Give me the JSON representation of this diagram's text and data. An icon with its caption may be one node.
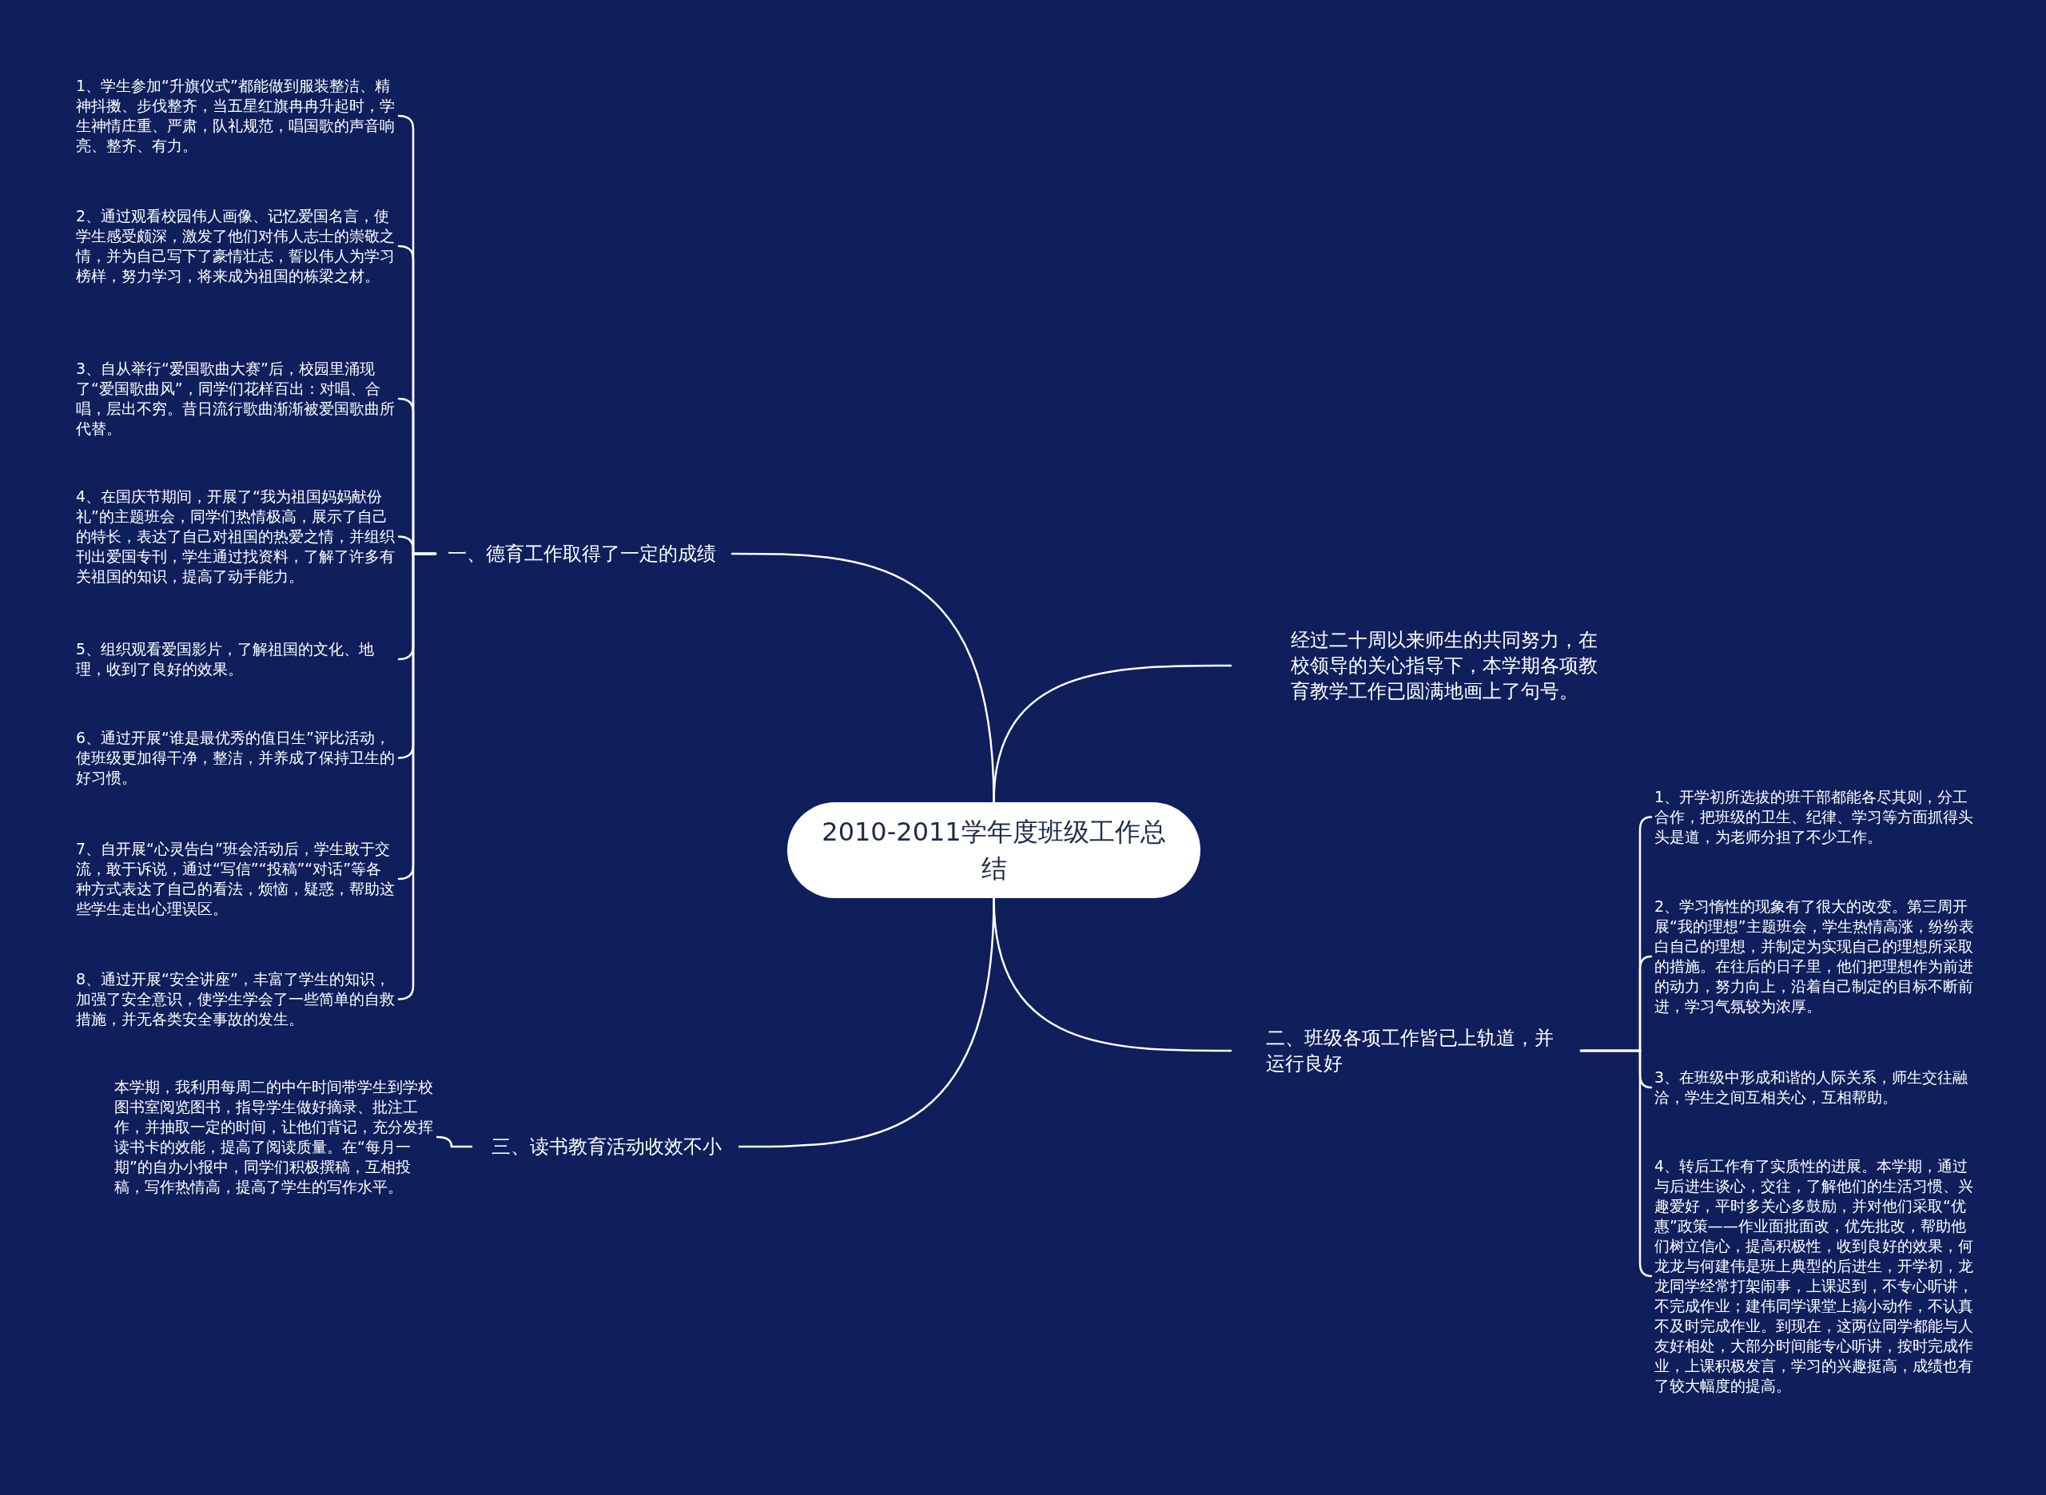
{
  "diagram": {
    "nodes": [
      {
        "text": [
          "2010-2011学年度班级工作总结"
        ]
      },
      {
        "text": [
          "一、德育工作取得了一定的成绩"
        ]
      },
      {
        "text": [
          "1、学生参加“升旗仪式”都能做到服装整洁、精神抖擞、步伐整齐，当五星红旗冉冉升起时，学生神情庄重、严肃，队礼规范，唱国歌的声音响亮、整齐、有力。"
        ]
      },
      {
        "text": [
          "2、通过观看校园伟人画像、记忆爱国名言，使学生感受颇深，激发了他们对伟人志士的崇敬之情，并为自己写下了豪情壮志，誓以伟人为学习榜样，努力学习，将来成为祖国的栋梁之材。"
        ]
      },
      {
        "text": [
          "3、自从举行“爱国歌曲大赛”后，校园里涌现了“爱国歌曲风”，同学们花样百出：对唱、合唱，层出不穷。昔日流行歌曲渐渐被爱国歌曲所代替。"
        ]
      },
      {
        "text": [
          "4、在国庆节期间，开展了“我为祖国妈妈献份礼”的主题班会，同学们热情极高，展示了自己的特长，表达了自己对祖国的热爱之情，并组织刊出爱国专刊，学生通过找资料，了解了许多有关祖国的知识，提高了动手能力。"
        ]
      },
      {
        "text": [
          "5、组织观看爱国影片，了解祖国的文化、地理，收到了良好的效果。"
        ]
      },
      {
        "text": [
          "6、通过开展“谁是最优秀的值日生”评比活动，使班级更加得干净，整洁，并养成了保持卫生的好习惯。"
        ]
      },
      {
        "text": [
          "7、自开展“心灵告白”班会活动后，学生敢于交流，敢于诉说，通过“写信”“投稿”“对话”等各种方式表达了自己的看法，烦恼，疑惑，帮助这些学生走出心理误区。"
        ]
      },
      {
        "text": [
          "8、通过开展“安全讲座”，丰富了学生的知识，加强了安全意识，使学生学会了一些简单的自救措施，并无各类安全事故的发生。"
        ]
      },
      {
        "text": [
          "经过二十周以来师生的共同努力，在校领导的关心指导下，本学期各项教育教学工作已圆满地画上了句号。"
        ]
      },
      {
        "text": [
          "二、班级各项工作皆已上轨道，并运行良好"
        ]
      },
      {
        "text": [
          "1、开学初所选拔的班干部都能各尽其则，分工合作，把班级的卫生、纪律、学习等方面抓得头头是道，为老师分担了不少工作。"
        ]
      },
      {
        "text": [
          "2、学习惰性的现象有了很大的改变。第三周开展“我的理想”主题班会，学生热情高涨，纷纷表白自己的理想，并制定为实现自己的理想所采取的措施。在往后的日子里，他们把理想作为前进的动力，努力向上，沿着自己制定的目标不断前进，学习气氛较为浓厚。"
        ]
      },
      {
        "text": [
          "3、在班级中形成和谐的人际关系，师生交往融洽，学生之间互相关心，互相帮助。"
        ]
      },
      {
        "text": [
          "4、转后工作有了实质性的进展。本学期，通过与后进生谈心，交往，了解他们的生活习惯、兴趣爱好，平时多关心多鼓励，并对他们采取“优惠”政策——作业面批面改，优先批改，帮助他们树立信心，提高积极性，收到良好的效果，何龙龙与何建伟是班上典型的后进生，开学初，龙龙同学经常打架闹事，上课迟到，不专心听讲，不完成作业；建伟同学课堂上搞小动作，不认真不及时完成作业。到现在，这两位同学都能与人友好相处，大部分时间能专心听讲，按时完成作业，上课积极发言，学习的兴趣挺高，成绩也有了较大幅度的提高。"
        ]
      },
      {
        "text": [
          "三、读书教育活动收效不小"
        ]
      },
      {
        "text": [
          "本学期，我利用每周二的中午时间带学生到学校图书室阅览图书，指导学生做好摘录、批注工作，并抽取一定的时间，让他们背记，充分发挥读书卡的效能，提高了阅读质量。在“每月一期”的自办小报中，同学们积极撰稿，互相投稿，写作热情高，提高了学生的写作水平。"
        ]
      }
    ],
    "edges": [
      {
        "from": 0,
        "to": 1,
        "arrow": "none"
      },
      {
        "from": 1,
        "to": 2,
        "arrow": "none"
      },
      {
        "from": 1,
        "to": 3,
        "arrow": "none"
      },
      {
        "from": 1,
        "to": 4,
        "arrow": "none"
      },
      {
        "from": 1,
        "to": 5,
        "arrow": "none"
      },
      {
        "from": 1,
        "to": 6,
        "arrow": "none"
      },
      {
        "from": 1,
        "to": 7,
        "arrow": "none"
      },
      {
        "from": 1,
        "to": 8,
        "arrow": "none"
      },
      {
        "from": 1,
        "to": 9,
        "arrow": "none"
      },
      {
        "from": 0,
        "to": 10,
        "arrow": "none"
      },
      {
        "from": 0,
        "to": 11,
        "arrow": "none"
      },
      {
        "from": 11,
        "to": 12,
        "arrow": "none"
      },
      {
        "from": 11,
        "to": 13,
        "arrow": "none"
      },
      {
        "from": 11,
        "to": 14,
        "arrow": "none"
      },
      {
        "from": 11,
        "to": 15,
        "arrow": "none"
      },
      {
        "from": 0,
        "to": 16,
        "arrow": "none"
      },
      {
        "from": 16,
        "to": 17,
        "arrow": "none"
      }
    ]
  }
}
